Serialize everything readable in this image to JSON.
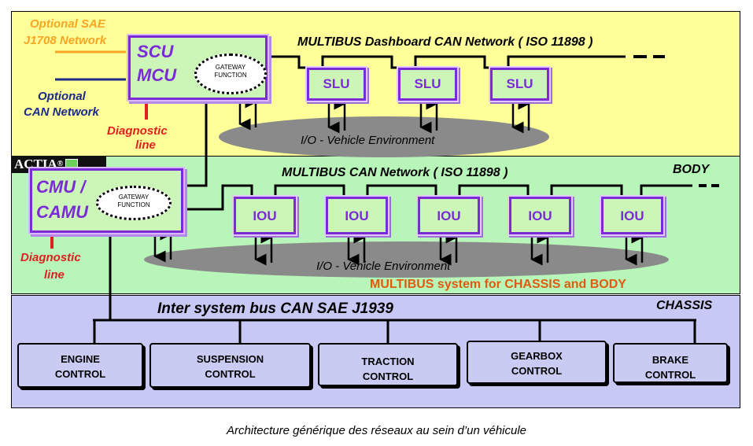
{
  "colors": {
    "dashboard_bg": "#ffff99",
    "body_bg": "#b8f5b8",
    "chassis_bg": "#c8c8f5",
    "purple": "#7a2bd6",
    "orange": "#f5a623",
    "red": "#e02020",
    "navy": "#1b2a8a",
    "ellipse": "#888888"
  },
  "dashboard": {
    "optional_sae_line1": "Optional SAE",
    "optional_sae_line2": "J1708 Network",
    "optional_can_line1": "Optional",
    "optional_can_line2": "CAN Network",
    "diagnostic_line1": "Diagnostic",
    "diagnostic_line2": "line",
    "scu": "SCU",
    "mcu": "MCU",
    "gateway_line1": "GATEWAY",
    "gateway_line2": "FUNCTION",
    "network_label": "MULTIBUS Dashboard CAN Network ( ISO 11898 )",
    "slu_labels": [
      "SLU",
      "SLU",
      "SLU"
    ],
    "io_env": "I/O - Vehicle Environment"
  },
  "logo": {
    "text": "ACTIA",
    "mark": "®"
  },
  "body": {
    "section_label": "BODY",
    "cmu": "CMU /",
    "camu": "CAMU",
    "gateway_line1": "GATEWAY",
    "gateway_line2": "FUNCTION",
    "network_label": "MULTIBUS CAN Network ( ISO 11898 )",
    "iou_labels": [
      "IOU",
      "IOU",
      "IOU",
      "IOU",
      "IOU"
    ],
    "io_env": "I/O - Vehicle Environment",
    "diagnostic_line1": "Diagnostic",
    "diagnostic_line2": "line",
    "system_label": "MULTIBUS system for CHASSIS and BODY"
  },
  "chassis": {
    "section_label": "CHASSIS",
    "bus_label": "Inter system bus CAN SAE J1939",
    "controls": [
      {
        "line1": "ENGINE",
        "line2": "CONTROL"
      },
      {
        "line1": "SUSPENSION",
        "line2": "CONTROL"
      },
      {
        "line1": "TRACTION",
        "line2": "CONTROL"
      },
      {
        "line1": "GEARBOX",
        "line2": "CONTROL"
      },
      {
        "line1": "BRAKE",
        "line2": "CONTROL"
      }
    ]
  },
  "caption": "Architecture générique des réseaux au sein d’un véhicule"
}
